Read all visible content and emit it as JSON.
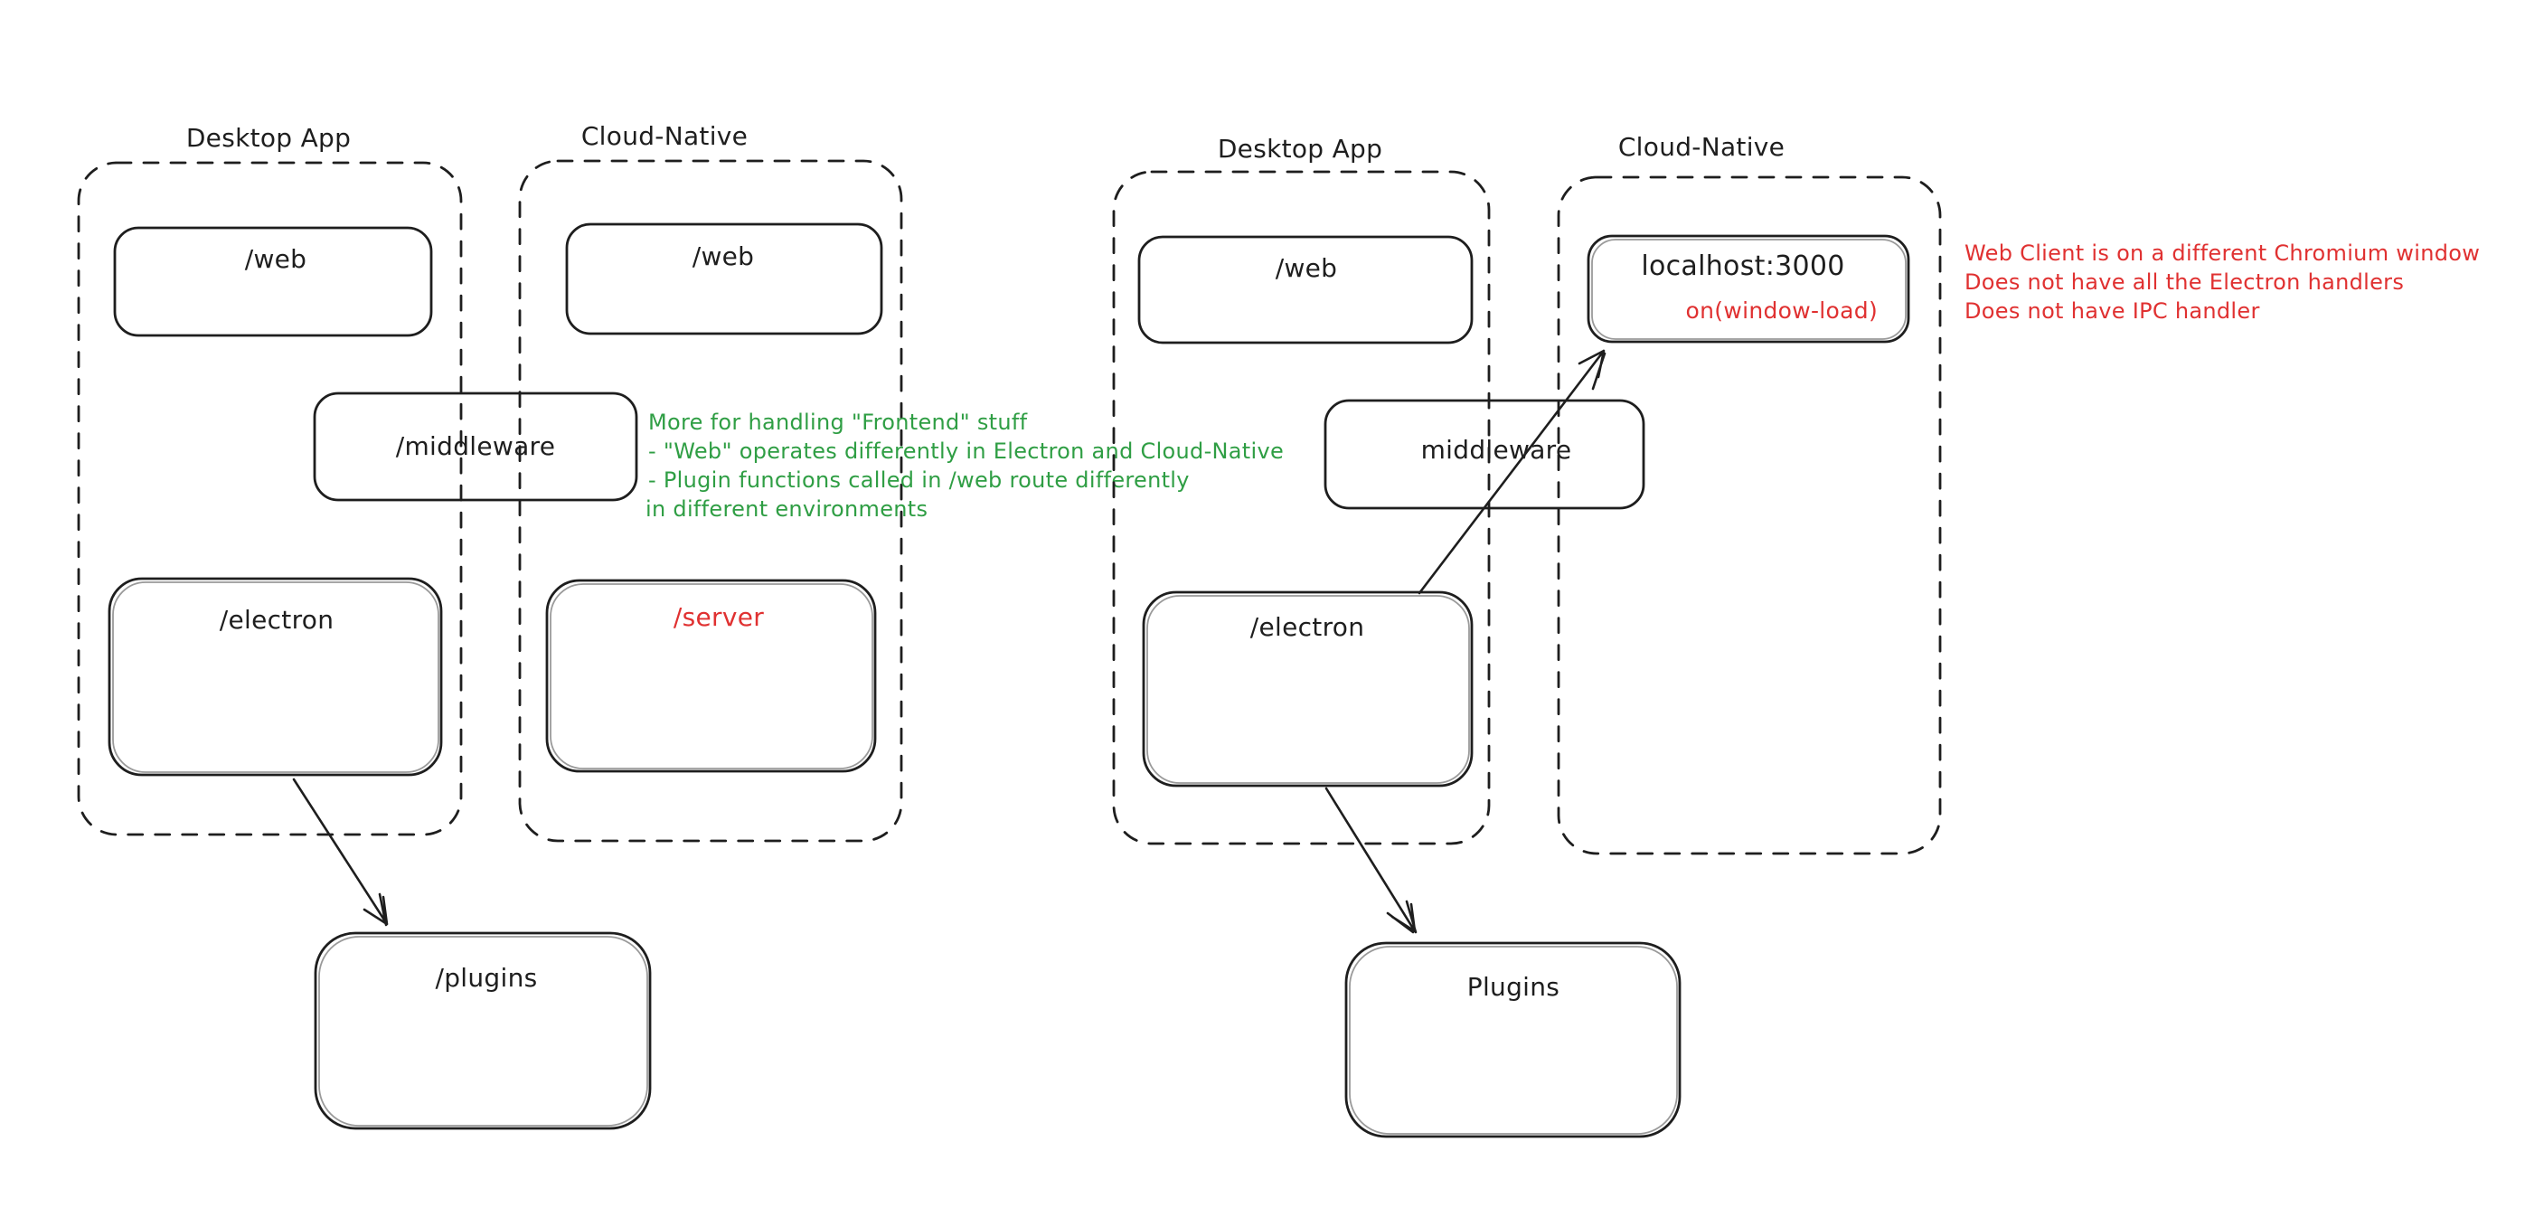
{
  "diagram_left": {
    "desktop_title": "Desktop App",
    "cloud_title": "Cloud-Native",
    "web_desktop": "/web",
    "web_cloud": "/web",
    "middleware": "/middleware",
    "electron": "/electron",
    "server": "/server",
    "plugins": "/plugins"
  },
  "diagram_right": {
    "desktop_title": "Desktop App",
    "cloud_title": "Cloud-Native",
    "web": "/web",
    "localhost": "localhost:3000",
    "window_load": "on(window-load)",
    "middleware": "middleware",
    "electron": "/electron",
    "plugins": "Plugins"
  },
  "notes": {
    "green": {
      "color": "#2f9e44",
      "lines": [
        "More for handling \"Frontend\" stuff",
        "- \"Web\" operates differently in Electron and Cloud-Native",
        "- Plugin functions called in /web route differently",
        "in different environments"
      ]
    },
    "red": {
      "color": "#e03131",
      "lines": [
        "Web Client is on a different Chromium window",
        "Does not have all the Electron handlers",
        "Does not have IPC handler"
      ]
    }
  },
  "colors": {
    "ink": "#1e1e1e",
    "red": "#e03131",
    "green": "#2f9e44",
    "background": "#ffffff"
  }
}
